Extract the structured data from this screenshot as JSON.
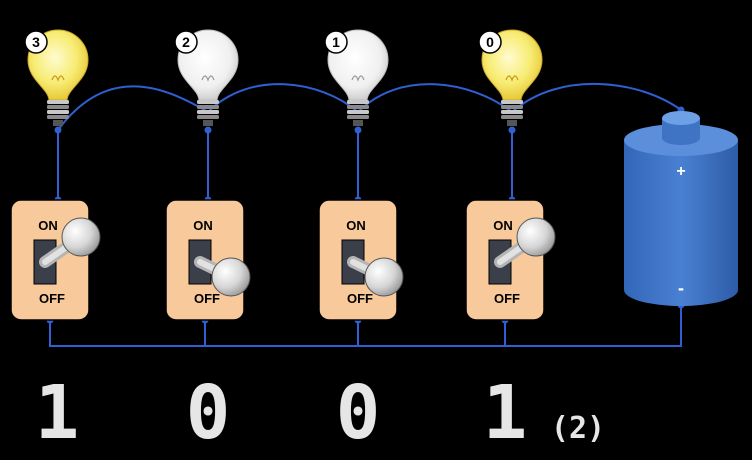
{
  "bits": [
    {
      "index_label": "3",
      "lamp_on": true,
      "switch_state": "on",
      "digit": "1",
      "on_label": "ON",
      "off_label": "OFF"
    },
    {
      "index_label": "2",
      "lamp_on": false,
      "switch_state": "off",
      "digit": "0",
      "on_label": "ON",
      "off_label": "OFF"
    },
    {
      "index_label": "1",
      "lamp_on": false,
      "switch_state": "off",
      "digit": "0",
      "on_label": "ON",
      "off_label": "OFF"
    },
    {
      "index_label": "0",
      "lamp_on": true,
      "switch_state": "on",
      "digit": "1",
      "on_label": "ON",
      "off_label": "OFF"
    }
  ],
  "base_label": "(2)",
  "battery": {
    "plus": "+",
    "minus": "-"
  },
  "colors": {
    "background": "#000000",
    "wire": "#2f5fd0",
    "switch_plate": "#f8c99a",
    "battery": "#3f73c4",
    "lamp_lit": "#f7ec73",
    "lamp_unlit": "#f2f2f2",
    "digit": "#e6e6e6"
  }
}
